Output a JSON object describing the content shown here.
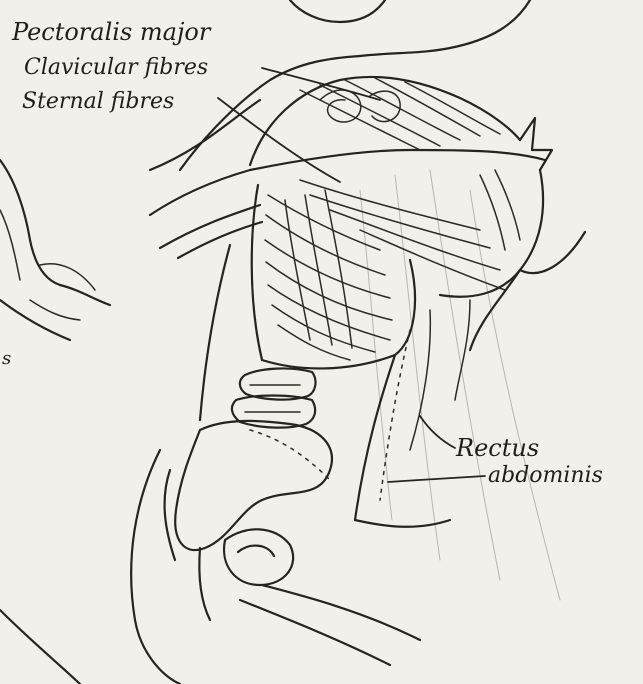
{
  "labels": {
    "pectoralis_major": "Pectoralis major",
    "clavicular_fibres": "Clavicular fibres",
    "sternal_fibres": "Sternal fibres",
    "rectus": "Rectus",
    "abdominis": "abdominis",
    "left_fragment": "s"
  },
  "colors": {
    "paper": "#f3f0ec",
    "ink": "#262320"
  }
}
